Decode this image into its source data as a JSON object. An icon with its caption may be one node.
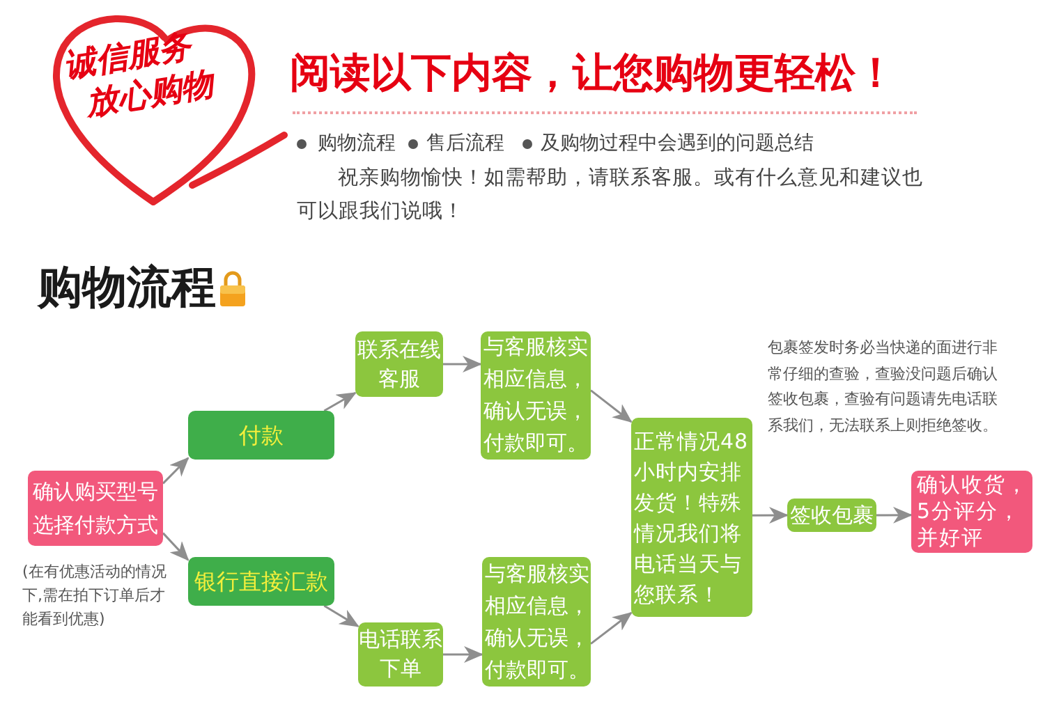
{
  "diagram": {
    "title": "阅读以下内容，让您购物更轻松！",
    "nodes": [
      {
        "text": [
          "诚信服务",
          "放心购物"
        ]
      },
      {
        "text": [
          "确认购买型号选择付款方式"
        ],
        "beside": [
          "(在有优惠活动的情况下,需在拍下订单后才能看到优惠)"
        ]
      },
      {
        "text": [
          "付款"
        ]
      },
      {
        "text": [
          "银行直接汇款"
        ]
      },
      {
        "text": [
          "联系在线客服"
        ]
      },
      {
        "text": [
          "电话联系下单"
        ]
      },
      {
        "text": [
          "与客服核实相应信息，确认无误，付款即可。"
        ]
      },
      {
        "text": [
          "与客服核实相应信息，确认无误，付款即可。"
        ]
      },
      {
        "text": [
          "正常情况48小时内安排发货！特殊情况我们将电话当天与您联系！"
        ]
      },
      {
        "text": [
          "签收包裹"
        ]
      },
      {
        "text": [
          "确认收货，5分评分，并好评"
        ]
      }
    ],
    "edges": [
      {
        "from": 1,
        "to": 2,
        "arrow": "to"
      },
      {
        "from": 1,
        "to": 3,
        "arrow": "to"
      },
      {
        "from": 2,
        "to": 4,
        "arrow": "to"
      },
      {
        "from": 3,
        "to": 5,
        "arrow": "to"
      },
      {
        "from": 4,
        "to": 6,
        "arrow": "to"
      },
      {
        "from": 5,
        "to": 7,
        "arrow": "to"
      },
      {
        "from": 6,
        "to": 8,
        "arrow": "to"
      },
      {
        "from": 7,
        "to": 8,
        "arrow": "to"
      },
      {
        "from": 8,
        "to": 9,
        "arrow": "to"
      },
      {
        "from": 9,
        "to": 10,
        "arrow": "to"
      }
    ],
    "labels": [
      "购物流程",
      "售后流程",
      "及购物过程中会遇到的问题总结",
      "祝亲购物愉快！如需帮助，请联系客服。或有什么意见和建议也可以跟我们说哦！",
      "购物流程",
      "包裹签发时务必当快递的面进行非常仔细的查验，查验没问题后确认签收包裹，查验有问题请先电话联系我们，无法联系上则拒绝签收。"
    ]
  }
}
